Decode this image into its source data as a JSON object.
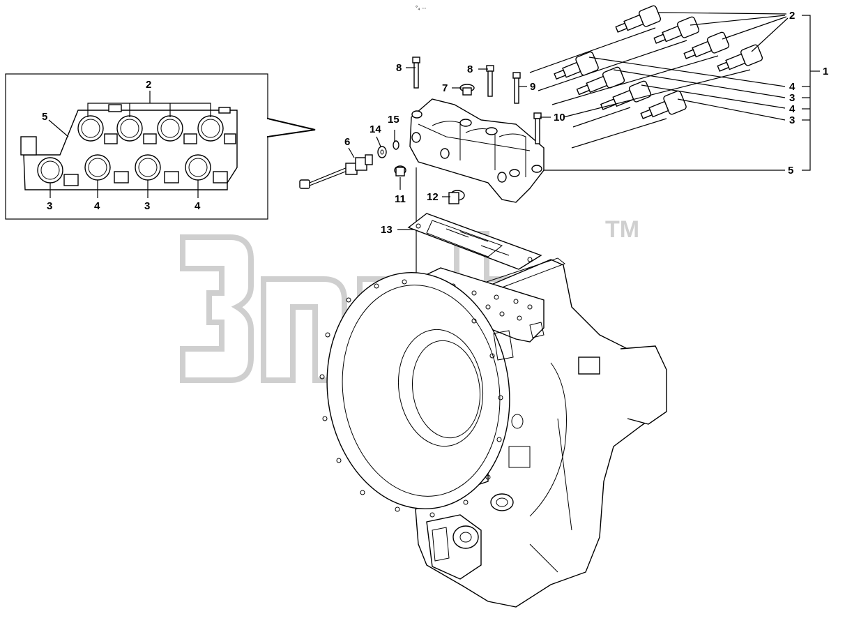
{
  "header": {
    "code": "°₄ ∙∙∙"
  },
  "watermark": {
    "text": "зипb",
    "tm": "TM",
    "color": "#cfcfcf"
  },
  "inset": {
    "label_top": "2",
    "label_left": "5",
    "labels_bottom": [
      "3",
      "4",
      "3",
      "4"
    ]
  },
  "callouts": {
    "c2": "2",
    "c1": "1",
    "c4a": "4",
    "c3a": "3",
    "c4b": "4",
    "c3b": "3",
    "c5": "5",
    "c8a": "8",
    "c8b": "8",
    "c7": "7",
    "c9": "9",
    "c10": "10",
    "c15": "15",
    "c14": "14",
    "c6": "6",
    "c11": "11",
    "c12": "12",
    "c13": "13"
  }
}
